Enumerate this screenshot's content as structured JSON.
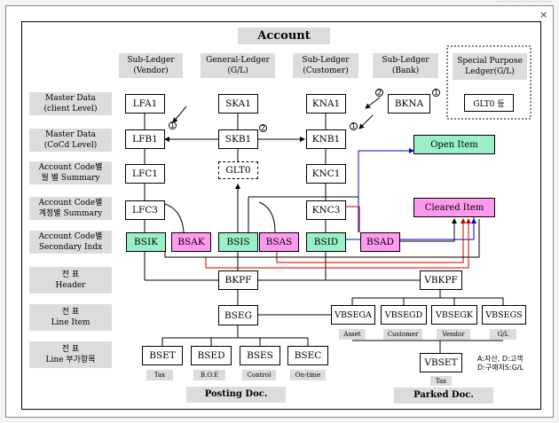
{
  "window": {
    "close": "×"
  },
  "title": "Account",
  "columns": [
    {
      "l1": "Sub-Ledger",
      "l2": "(Vendor)"
    },
    {
      "l1": "General-Ledger",
      "l2": "(G/L)"
    },
    {
      "l1": "Sub-Ledger",
      "l2": "(Customer)"
    },
    {
      "l1": "Sub-Ledger",
      "l2": "(Bank)"
    }
  ],
  "special": {
    "l1": "Special Purpose",
    "l2": "Ledger(G/L)",
    "box": "GLT0 등"
  },
  "rows": [
    {
      "l1": "Master  Data",
      "l2": "(client  Level)"
    },
    {
      "l1": "Master  Data",
      "l2": "(CoCd  Level)"
    },
    {
      "l1": "Account Code별",
      "l2": "월  별  Summary"
    },
    {
      "l1": "Account Code별",
      "l2": "계정별  Summary"
    },
    {
      "l1": "Account Code별",
      "l2": "Secondary  Indx"
    },
    {
      "l1": "전   표",
      "l2": "Header"
    },
    {
      "l1": "전   표",
      "l2": "Line Item"
    },
    {
      "l1": "전   표",
      "l2": "Line 부가항목"
    }
  ],
  "tables": {
    "lfa1": "LFA1",
    "ska1": "SKA1",
    "kna1": "KNA1",
    "bkna": "BKNA",
    "lfb1": "LFB1",
    "skb1": "SKB1",
    "knb1": "KNB1",
    "lfc1": "LFC1",
    "glt0": "GLT0",
    "knc1": "KNC1",
    "lfc3": "LFC3",
    "knc3": "KNC3",
    "bsik": "BSIK",
    "bsak": "BSAK",
    "bsis": "BSIS",
    "bsas": "BSAS",
    "bsid": "BSID",
    "bsad": "BSAD",
    "bkpf": "BKPF",
    "vbkpf": "VBKPF",
    "bseg": "BSEG",
    "vbsega": "VBSEGA",
    "vbsegd": "VBSEGD",
    "vbsegk": "VBSEGK",
    "vbsegs": "VBSEGS",
    "bset": "BSET",
    "bsed": "BSED",
    "bses": "BSES",
    "bsec": "BSEC",
    "vbset": "VBSET"
  },
  "open_item": "Open  Item",
  "cleared_item": "Cleared  Item",
  "sub_labels": {
    "tax": "Tax",
    "boe": "B.O.E",
    "control": "Control",
    "ontime": "On-time",
    "asset": "Asset",
    "customer": "Customer",
    "vendor": "Vendor",
    "gl": "G/L",
    "vtax": "Tax"
  },
  "posting_doc": "Posting  Doc.",
  "parked_doc": "Parked  Doc.",
  "legend": {
    "l1": "A:자산,  D:고객",
    "l2": "D:구매처S:G/L"
  },
  "circles": {
    "c1": "1",
    "c2": "2",
    "c3": "1",
    "c4": "2",
    "c5": "1"
  },
  "colors": {
    "green": "#99f0c8",
    "pink": "#ff99ee",
    "arrow_blue": "#0000cc",
    "arrow_red": "#cc0000",
    "arrow_dark_red": "#800000"
  }
}
